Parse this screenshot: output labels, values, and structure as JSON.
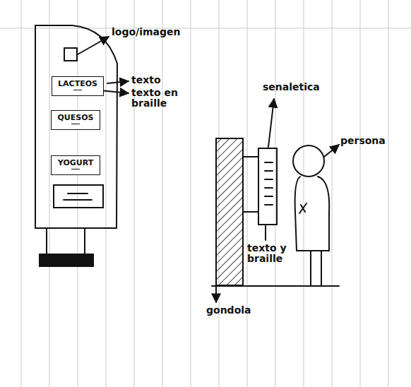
{
  "diagram": {
    "nodes": [
      {
        "text": [
          "LACTEOS"
        ]
      },
      {
        "text": [
          "QUESOS"
        ]
      },
      {
        "text": [
          "YOGURT"
        ]
      }
    ],
    "labels": [
      "logo/imagen",
      "texto",
      "texto en braille",
      "senaletica",
      "persona",
      "texto y braille",
      "gondola"
    ]
  }
}
